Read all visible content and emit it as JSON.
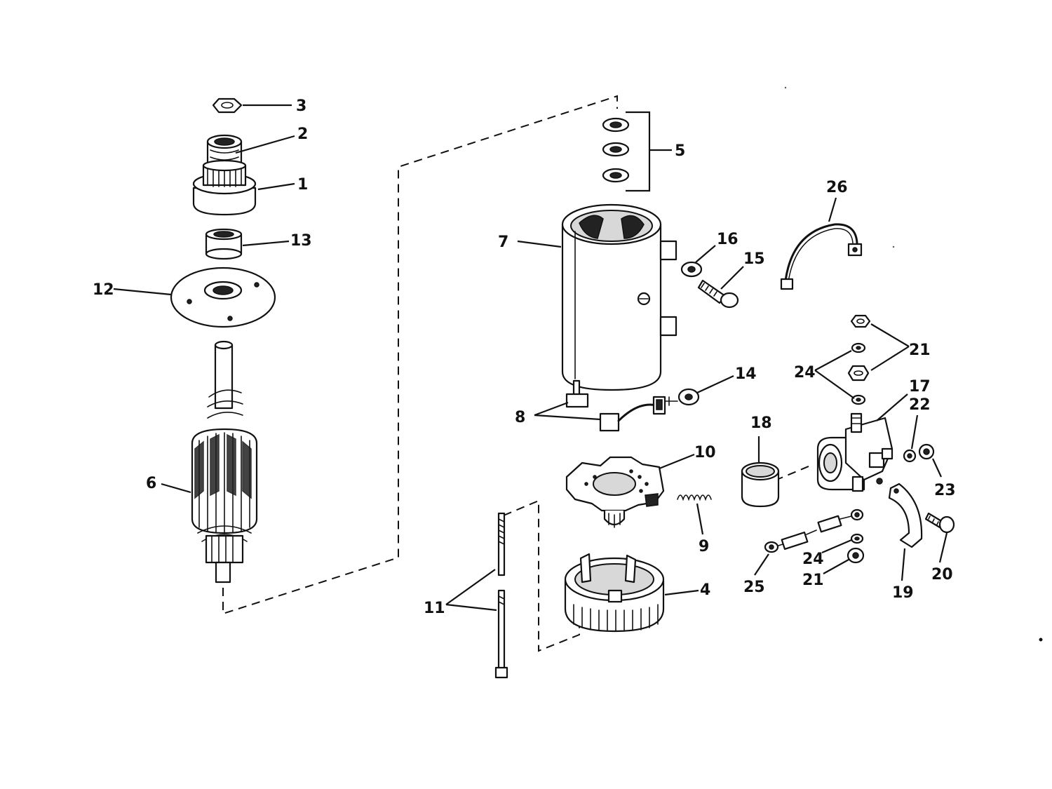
{
  "labels": {
    "l1": "1",
    "l2": "2",
    "l3": "3",
    "l4": "4",
    "l5": "5",
    "l6": "6",
    "l7": "7",
    "l8": "8",
    "l9": "9",
    "l10": "10",
    "l11": "11",
    "l12": "12",
    "l13": "13",
    "l14": "14",
    "l15": "15",
    "l16": "16",
    "l17": "17",
    "l18": "18",
    "l19": "19",
    "l20": "20",
    "l21a": "21",
    "l21b": "21",
    "l22": "22",
    "l23": "23",
    "l24a": "24",
    "l24b": "24",
    "l25": "25",
    "l26": "26"
  }
}
